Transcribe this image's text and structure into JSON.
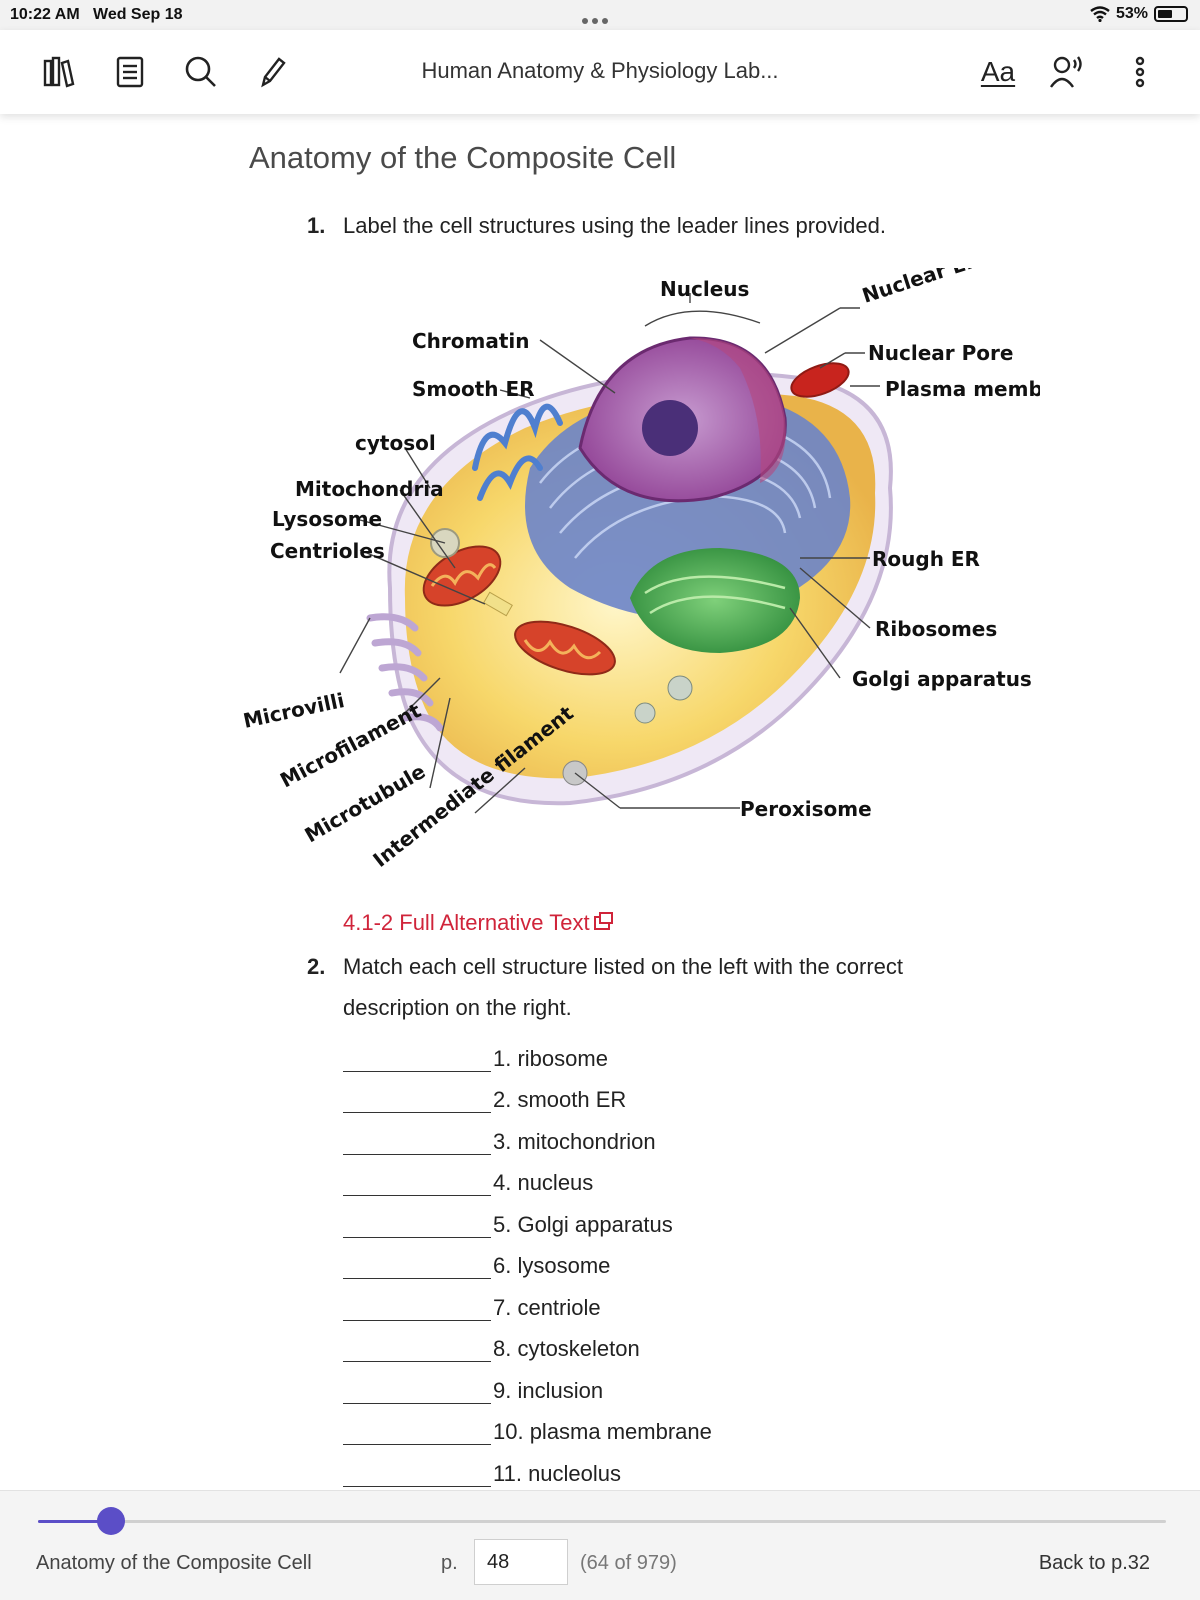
{
  "status_bar": {
    "time": "10:22 AM",
    "date": "Wed Sep 18",
    "battery": "53%",
    "battery_level": 0.53
  },
  "toolbar": {
    "title": "Human Anatomy & Physiology Lab...",
    "font_button": "Aa",
    "icons": [
      "library-icon",
      "contents-icon",
      "search-icon",
      "pencil-icon",
      "text-size-icon",
      "read-aloud-icon",
      "more-icon"
    ]
  },
  "page": {
    "title": "Anatomy of the Composite Cell",
    "q1": {
      "num": "1.",
      "text": "Label the cell structures using the leader lines provided."
    },
    "alt_text_link": "4.1-2 Full Alternative Text",
    "q2": {
      "num": "2.",
      "text": "Match each cell structure listed on the left with the correct description on the right."
    },
    "match_items": [
      "1. ribosome",
      "2. smooth ER",
      "3. mitochondrion",
      "4. nucleus",
      "5. Golgi apparatus",
      "6. lysosome",
      "7. centriole",
      "8. cytoskeleton",
      "9. inclusion",
      "10. plasma membrane",
      "11. nucleolus"
    ]
  },
  "diagram_labels": {
    "nucleus": "Nucleus",
    "nuclear_envelope": "Nuclear Envelope",
    "nuclear_pore": "Nuclear Pore",
    "plasma_membrane": "Plasma membrane",
    "chromatin": "Chromatin",
    "smooth_er": "Smooth ER",
    "cytosol": "cytosol",
    "mitochondria": "Mitochondria",
    "lysosome": "Lysosome",
    "centrioles": "Centrioles",
    "rough_er": "Rough ER",
    "ribosomes": "Ribosomes",
    "golgi": "Golgi apparatus",
    "microvilli": "Microvilli",
    "microfilament": "Microfilament",
    "microtubule": "Microtubule",
    "intermediate_filament": "Intermediate filament",
    "peroxisome": "Peroxisome"
  },
  "bottom_bar": {
    "chapter": "Anatomy of the Composite Cell",
    "page_prefix": "p.",
    "page_value": "48",
    "count": "(64 of 979)",
    "back": "Back to p.32",
    "progress": 0.065
  },
  "colors": {
    "accent": "#5b4ec7",
    "link": "#d0243a"
  }
}
